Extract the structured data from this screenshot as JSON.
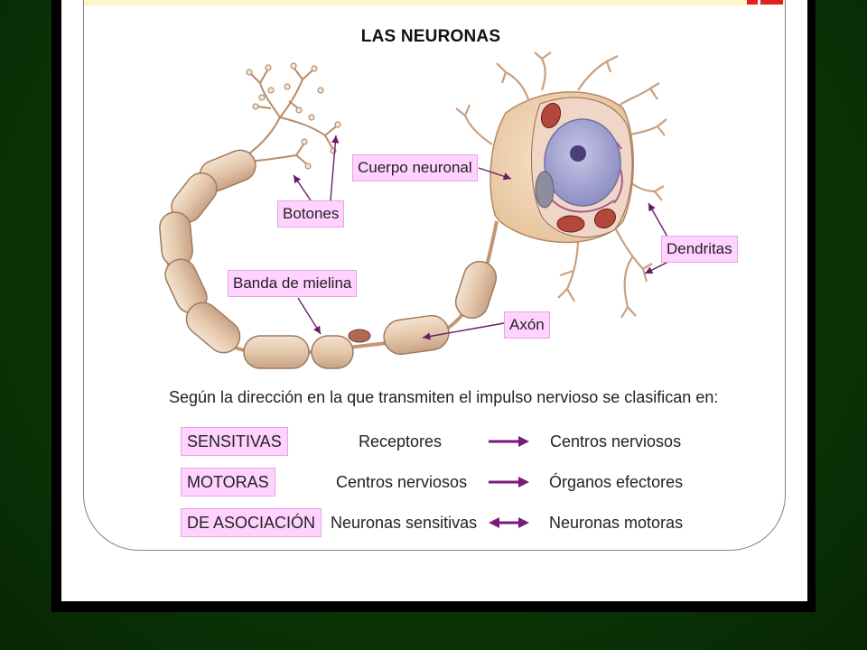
{
  "title": "LAS NEURONAS",
  "labels": {
    "botones": "Botones",
    "cuerpo": "Cuerpo neuronal",
    "dendritas": "Dendritas",
    "mielina": "Banda de mielina",
    "axon": "Axón"
  },
  "intro": "Según la dirección en la que transmiten el impulso nervioso se clasifican en:",
  "classification": [
    {
      "type": "SENSITIVAS",
      "from": "Receptores",
      "arrow": "right",
      "to": "Centros nerviosos"
    },
    {
      "type": "MOTORAS",
      "from": "Centros nerviosos",
      "arrow": "right",
      "to": "Órganos efectores"
    },
    {
      "type": "DE ASOCIACIÓN",
      "from": "Neuronas sensitivas",
      "arrow": "both",
      "to": "Neuronas motoras"
    }
  ],
  "colors": {
    "label_fill": "#ffd2ff",
    "label_border": "#e3a6e3",
    "arrow": "#7a1a7a",
    "accent": "#e02020"
  }
}
